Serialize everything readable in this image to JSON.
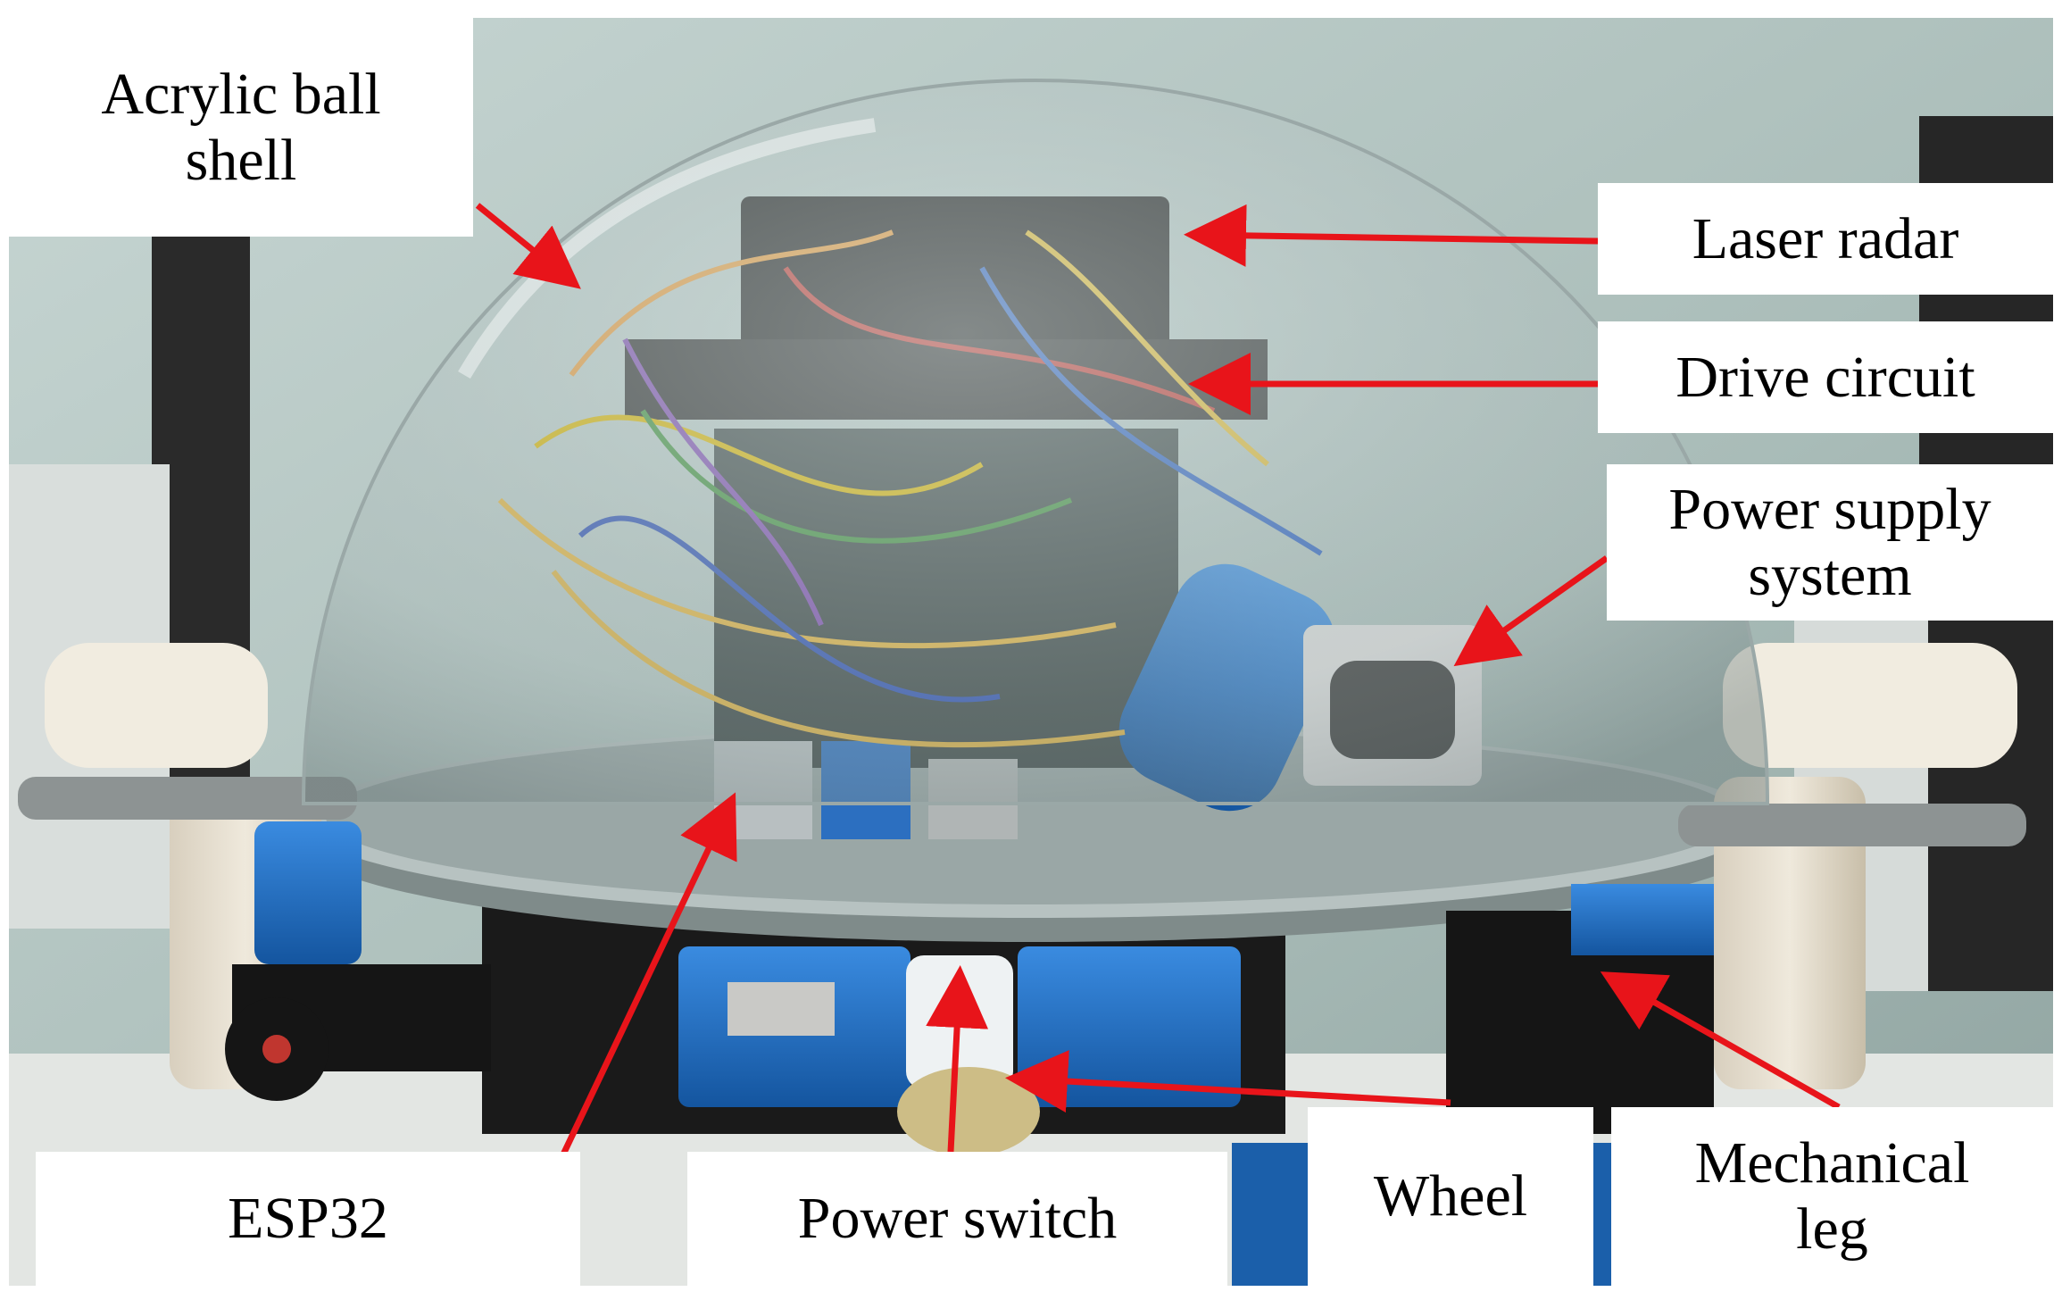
{
  "figure": {
    "labels": {
      "acrylic_ball_shell": [
        "Acrylic ball",
        "shell"
      ],
      "laser_radar": [
        "Laser radar"
      ],
      "drive_circuit": [
        "Drive circuit"
      ],
      "power_supply_system": [
        "Power supply",
        "system"
      ],
      "esp32": [
        "ESP32"
      ],
      "power_switch": [
        "Power switch"
      ],
      "wheel": [
        "Wheel"
      ],
      "mechanical_leg": [
        "Mechanical",
        "leg"
      ]
    },
    "colors": {
      "arrow": "#e8141a",
      "label_background": "#ffffff",
      "label_text": "#000000",
      "robot_blue": "#1f6fd1",
      "frame_black": "#1a1a1a",
      "wall": "#b9c9c6"
    }
  }
}
